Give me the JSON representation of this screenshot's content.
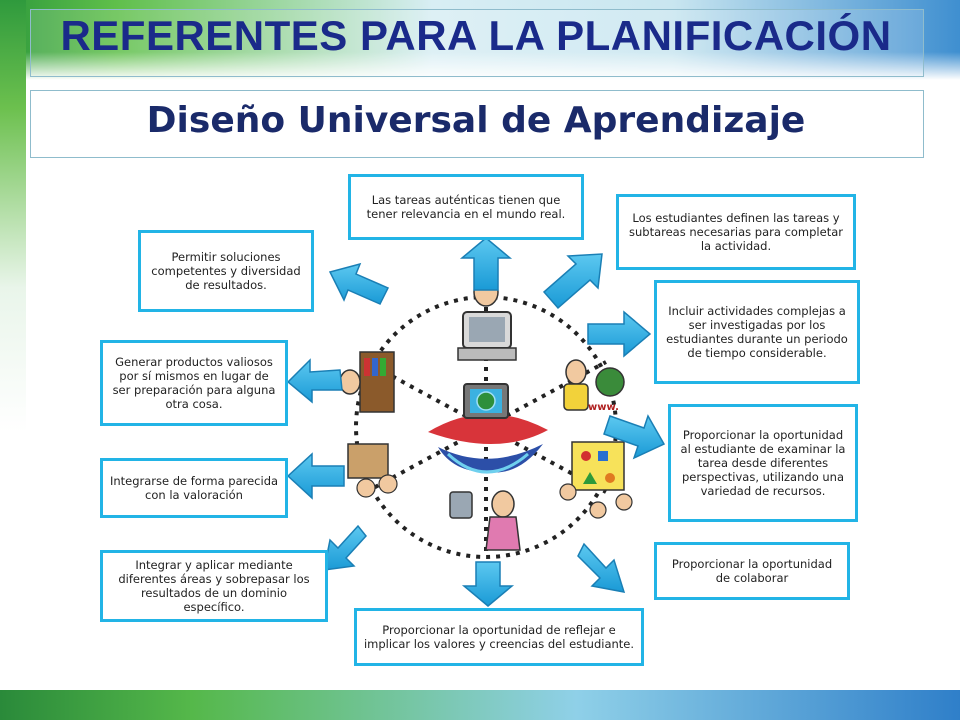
{
  "slide": {
    "title": "REFERENTES PARA LA PLANIFICACIÓN",
    "subtitle": "Diseño Universal de Aprendizaje"
  },
  "diagram": {
    "boxes": [
      {
        "id": "top",
        "text": "Las tareas auténticas tienen que tener relevancia en el mundo real."
      },
      {
        "id": "top-right",
        "text": "Los estudiantes definen las tareas y subtareas necesarias para completar la actividad."
      },
      {
        "id": "right-1",
        "text": "Incluir actividades complejas a ser investigadas por los estudiantes durante un periodo de tiempo considerable."
      },
      {
        "id": "right-2",
        "text": "Proporcionar la oportunidad al estudiante de examinar la tarea desde diferentes perspectivas, utilizando una variedad de recursos."
      },
      {
        "id": "right-3",
        "text": "Proporcionar la oportunidad de colaborar"
      },
      {
        "id": "bottom",
        "text": "Proporcionar la oportunidad de reflejar e implicar los valores y creencias del estudiante."
      },
      {
        "id": "left-4",
        "text": "Integrar y aplicar mediante diferentes áreas y sobrepasar los resultados de un dominio específico."
      },
      {
        "id": "left-3",
        "text": "Integrarse de forma parecida con la valoración"
      },
      {
        "id": "left-2",
        "text": "Generar productos valiosos por sí mismos en lugar de ser preparación para alguna otra cosa."
      },
      {
        "id": "left-1",
        "text": "Permitir soluciones competentes y diversidad de resultados."
      }
    ],
    "hub_icon": "computer-globe-icon",
    "accent_color": "#22b4e6",
    "arrow_color": "#1fa9e0"
  }
}
